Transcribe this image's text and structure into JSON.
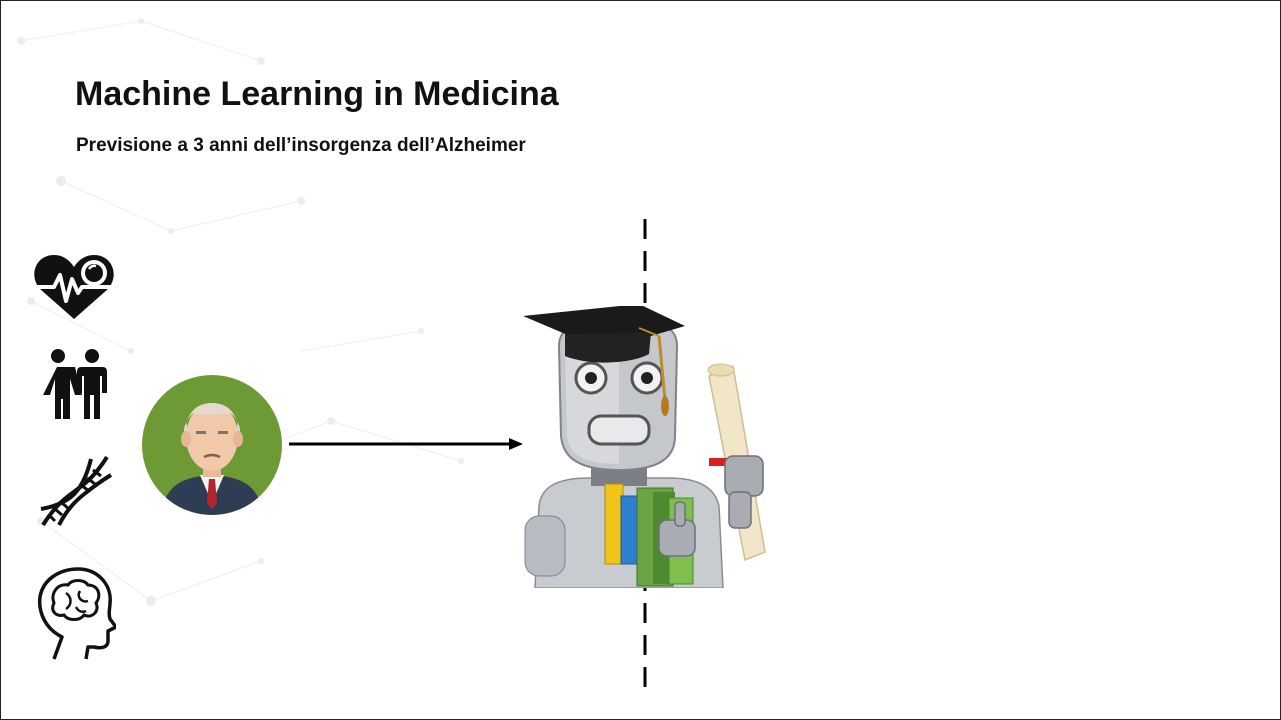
{
  "slide": {
    "title": "Machine Learning in Medicina",
    "subtitle": "Previsione a 3 anni dell’insorgenza dell’Alzheimer"
  },
  "icons": {
    "health": "heart-pulse-icon",
    "demographics": "man-woman-icon",
    "genetics": "dna-icon",
    "cognition": "head-brain-icon",
    "patient": "elderly-man-avatar",
    "model": "graduate-robot"
  },
  "colors": {
    "patient_circle": "#6e9a35",
    "text": "#111111",
    "background": "#ffffff"
  }
}
